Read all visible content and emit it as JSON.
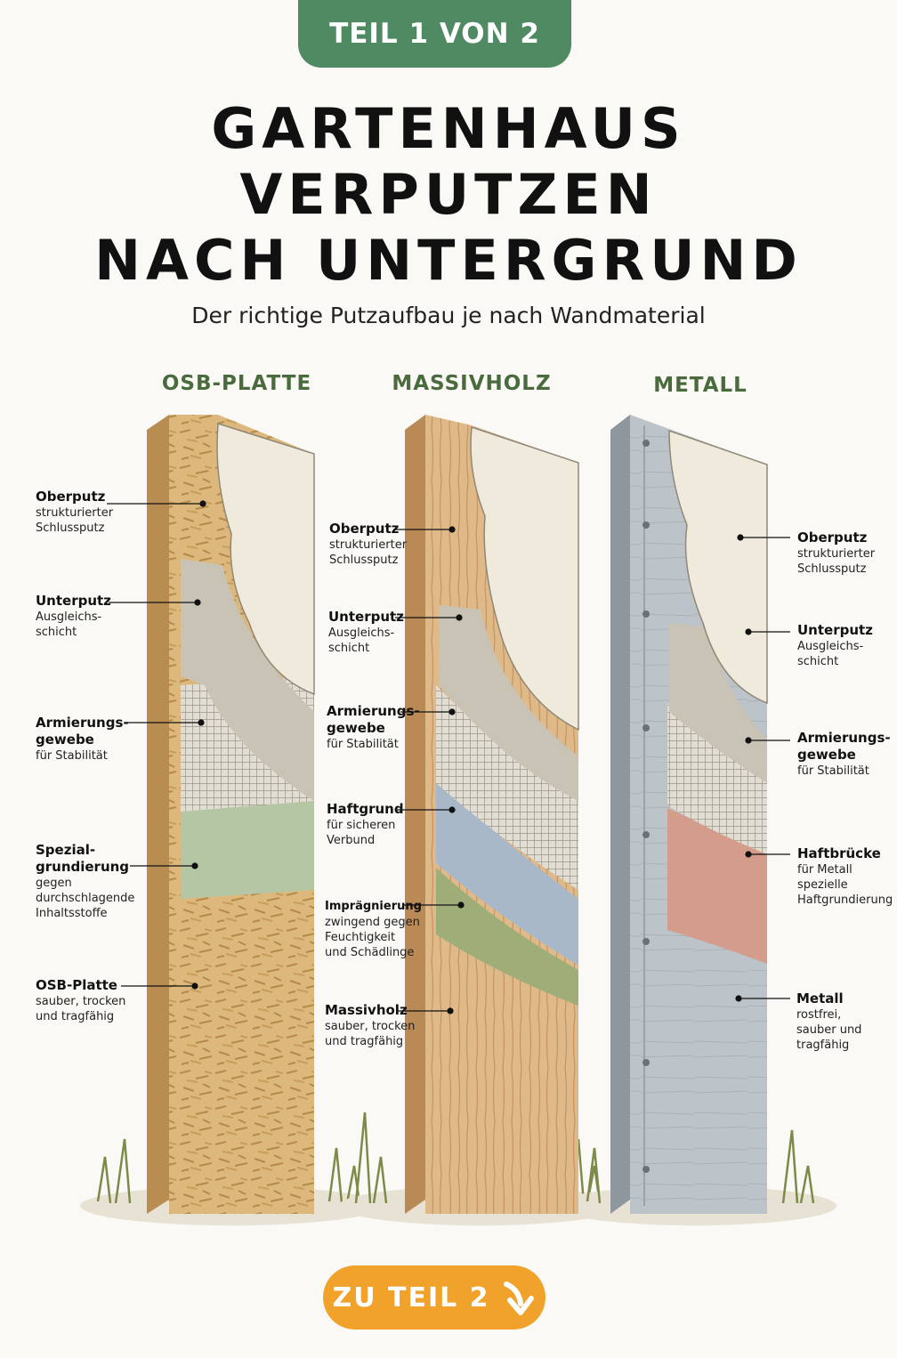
{
  "badge": "TEIL 1 VON 2",
  "title_lines": [
    "GARTENHAUS",
    "VERPUTZEN",
    "NACH UNTERGRUND"
  ],
  "subtitle": "Der richtige Putzaufbau je nach Wandmaterial",
  "columns": [
    {
      "heading": "OSB-PLATTE",
      "layers": [
        {
          "title": "Oberputz",
          "desc": "strukturierter\nSchlussputz"
        },
        {
          "title": "Unterputz",
          "desc": "Ausgleichs-\nschicht"
        },
        {
          "title": "Armierungs-\ngewebe",
          "desc": "für Stabilität"
        },
        {
          "title": "Spezial-\ngrundierung",
          "desc": "gegen\ndurchschlagende\nInhaltsstoffe"
        },
        {
          "title": "OSB-Platte",
          "desc": "sauber, trocken\nund tragfähig"
        }
      ]
    },
    {
      "heading": "MASSIVHOLZ",
      "layers": [
        {
          "title": "Oberputz",
          "desc": "strukturierter\nSchlussputz"
        },
        {
          "title": "Unterputz",
          "desc": "Ausgleichs-\nschicht"
        },
        {
          "title": "Armierungs-\ngewebe",
          "desc": "für Stabilität"
        },
        {
          "title": "Haftgrund",
          "desc": "für sicheren\nVerbund"
        },
        {
          "title": "Imprägnierung",
          "desc": "zwingend gegen\nFeuchtigkeit\nund Schädlinge"
        },
        {
          "title": "Massivholz",
          "desc": "sauber, trocken\nund tragfähig"
        }
      ]
    },
    {
      "heading": "METALL",
      "layers": [
        {
          "title": "Oberputz",
          "desc": "strukturierter\nSchlussputz"
        },
        {
          "title": "Unterputz",
          "desc": "Ausgleichs-\nschicht"
        },
        {
          "title": "Armierungs-\ngewebe",
          "desc": "für Stabilität"
        },
        {
          "title": "Haftbrücke",
          "desc": "für Metall\nspezielle\nHaftgrundierung"
        },
        {
          "title": "Metall",
          "desc": "rostfrei,\nsauber und\ntragfähig"
        }
      ]
    }
  ],
  "cta_label": "ZU TEIL 2",
  "colors": {
    "badge_green": "#4f8a63",
    "heading_green": "#4a6b3e",
    "cta_orange": "#f0a22a",
    "osb_wood": "#d9b477",
    "solid_wood": "#ddb27c",
    "metal": "#b7c0c6",
    "oberputz": "#efeadb",
    "unterputz": "#c9c3b6",
    "mesh": "#d9d5cb",
    "spezialgrundierung": "#b4c6a4",
    "haftgrund": "#a9b8c9",
    "impraegnierung": "#9fae78",
    "haftbruecke": "#d49c8b"
  },
  "icons": {
    "cta": "arrow-down-right-icon"
  }
}
